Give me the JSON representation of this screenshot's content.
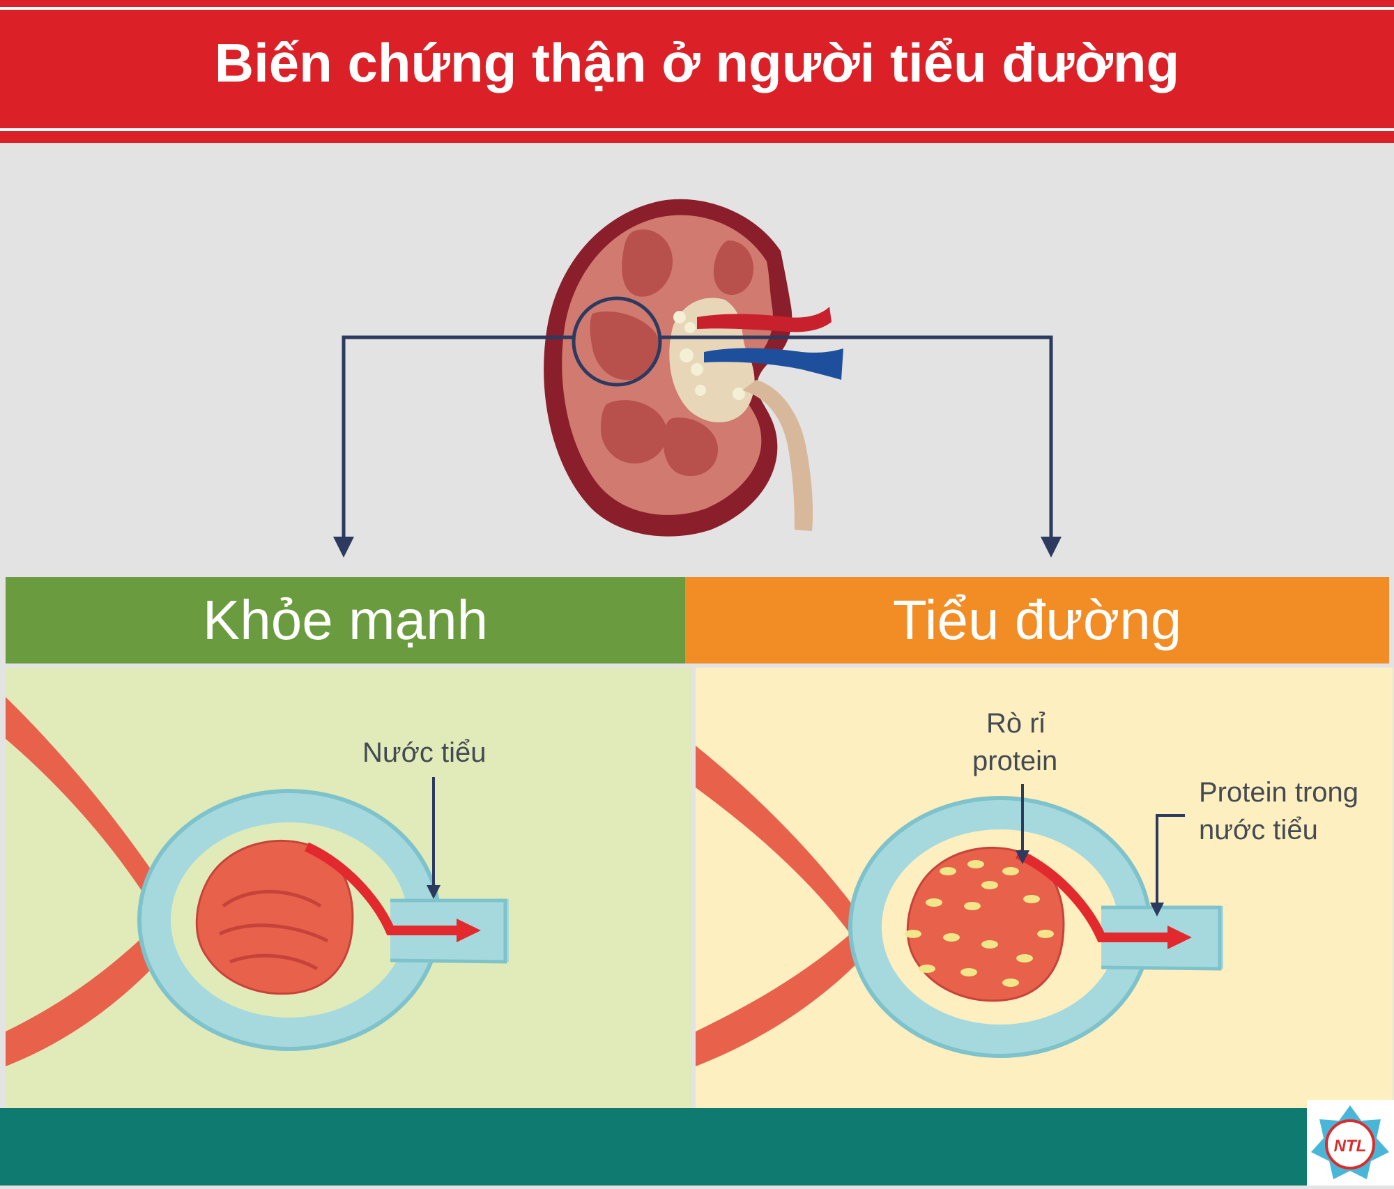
{
  "title": "Biến chứng thận ở người tiểu đường",
  "panels": {
    "healthy": {
      "heading": "Khỏe mạnh",
      "urine_label": "Nước tiểu"
    },
    "diabetes": {
      "heading": "Tiểu đường",
      "leak_label_line1": "Rò rỉ",
      "leak_label_line2": "protein",
      "protein_label_line1": "Protein trong",
      "protein_label_line2": "nước tiểu"
    }
  },
  "logo_text": "NTL",
  "colors": {
    "title_red": "#db2027",
    "healthy_green": "#6a9b3e",
    "diabetes_orange": "#f28c24",
    "footer_teal": "#0e7a70",
    "connector_navy": "#2b3a5e"
  }
}
